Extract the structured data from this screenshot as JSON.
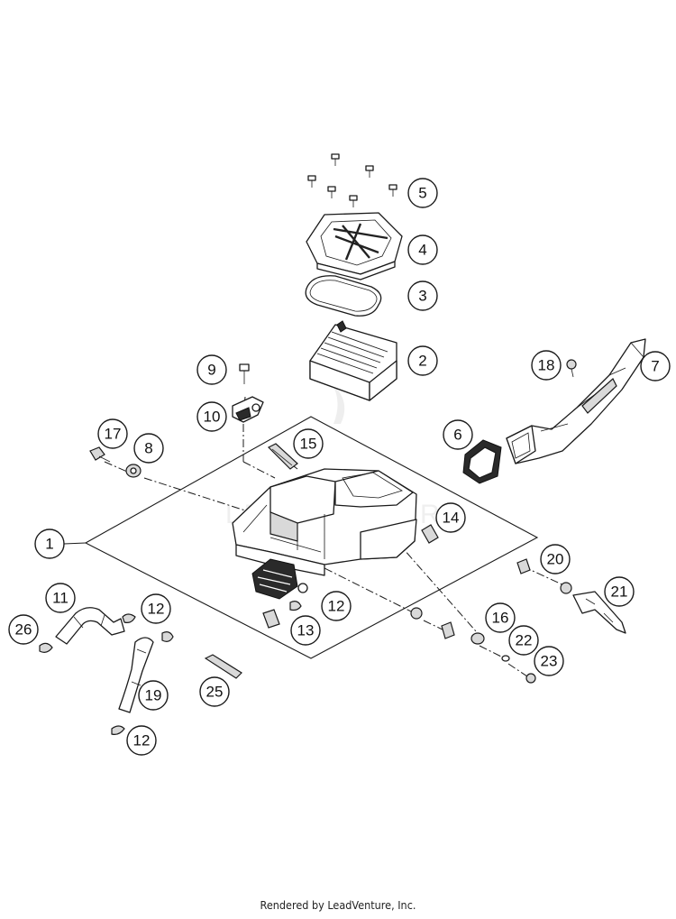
{
  "footer": {
    "credit": "Rendered by LeadVenture, Inc."
  },
  "callouts": [
    "1",
    "2",
    "3",
    "4",
    "5",
    "6",
    "7",
    "8",
    "9",
    "10",
    "11",
    "12",
    "12",
    "12",
    "13",
    "14",
    "15",
    "16",
    "17",
    "18",
    "19",
    "20",
    "21",
    "22",
    "23",
    "25",
    "26"
  ],
  "colors": {
    "ink": "#1a1a1a",
    "background": "#ffffff"
  }
}
